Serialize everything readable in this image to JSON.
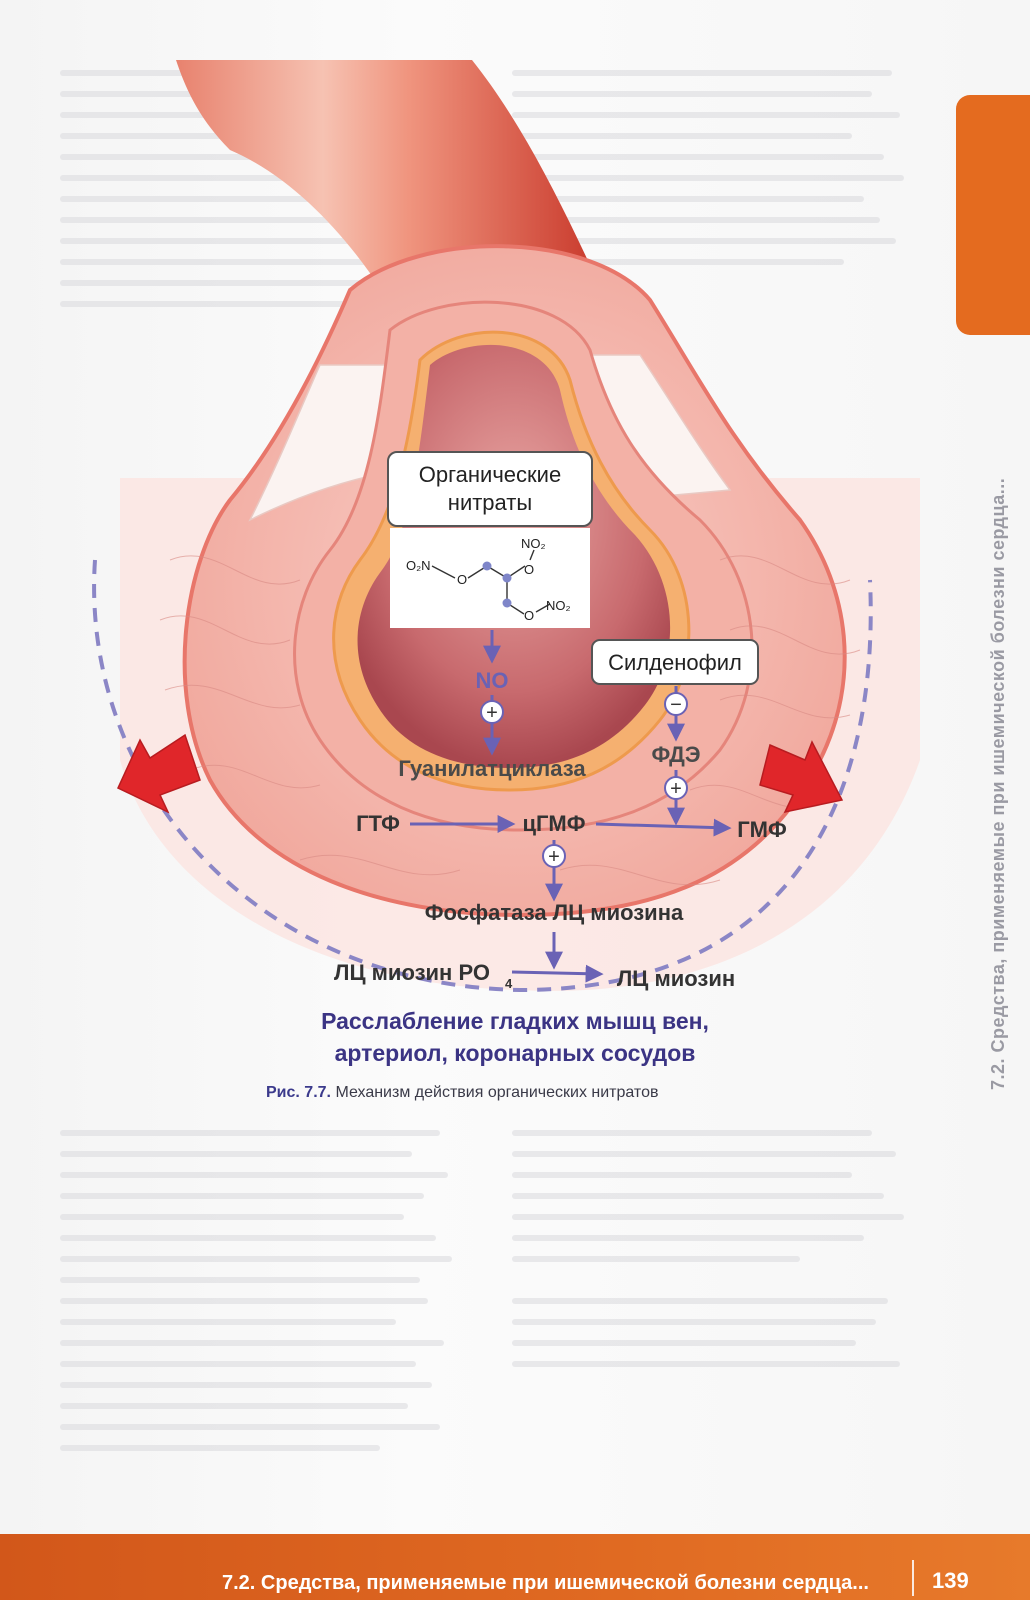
{
  "figure": {
    "labels": {
      "organic_nitrates_line1": "Органические",
      "organic_nitrates_line2": "нитраты",
      "sildenafil": "Силденофил",
      "no": "NO",
      "guanylate_cyclase": "Гуанилатциклаза",
      "pde": "ФДЭ",
      "gtp": "ГТФ",
      "cgmp": "цГМФ",
      "gmp": "ГМФ",
      "myosin_lc_phosphatase": "Фосфатаза ЛЦ миозина",
      "myosin_lc_po4": "ЛЦ миозин РО",
      "po4_subscript": "4",
      "myosin_lc": "ЛЦ миозин",
      "plus_sign": "+",
      "minus_sign": "−"
    },
    "formula": {
      "o2n": "O₂N",
      "no2_top": "NO₂",
      "no2_bottom": "NO₂",
      "o": "O"
    },
    "result": {
      "line1": "Расслабление гладких мышц вен,",
      "line2": "артериол, коронарных сосудов"
    },
    "caption": {
      "label": "Рис. 7.7.",
      "text": "Механизм действия органических нитратов"
    }
  },
  "running_head": "7.2. Средства, применяемые при ишемической болезни сердца...",
  "footer": {
    "text": "7.2. Средства, применяемые при ишемической болезни сердца...",
    "page_number": "139"
  },
  "colors": {
    "accent_orange": "#e46b1f",
    "arrow_purple": "#6a62b5",
    "text_purple": "#3b3484",
    "arrow_red": "#e0262a"
  }
}
